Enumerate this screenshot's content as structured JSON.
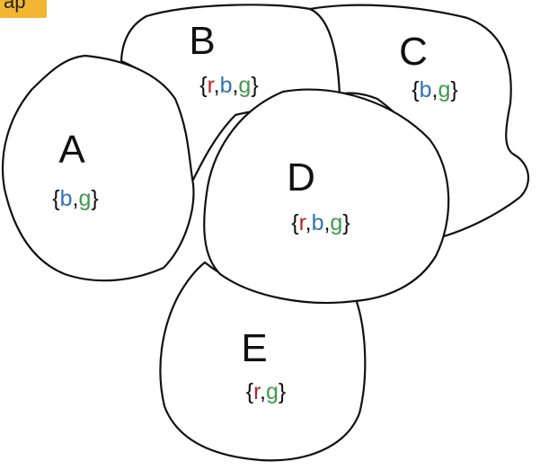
{
  "corner_tag": {
    "text": "ap",
    "color": "#f2b632"
  },
  "colors": {
    "r": "#b3262a",
    "b": "#2f74b5",
    "g": "#3f9a4c",
    "brace": "#111111"
  },
  "regions": [
    {
      "id": "A",
      "domain": [
        "b",
        "g"
      ]
    },
    {
      "id": "B",
      "domain": [
        "r",
        "b",
        "g"
      ]
    },
    {
      "id": "C",
      "domain": [
        "b",
        "g"
      ]
    },
    {
      "id": "D",
      "domain": [
        "r",
        "b",
        "g"
      ]
    },
    {
      "id": "E",
      "domain": [
        "r",
        "g"
      ]
    }
  ]
}
